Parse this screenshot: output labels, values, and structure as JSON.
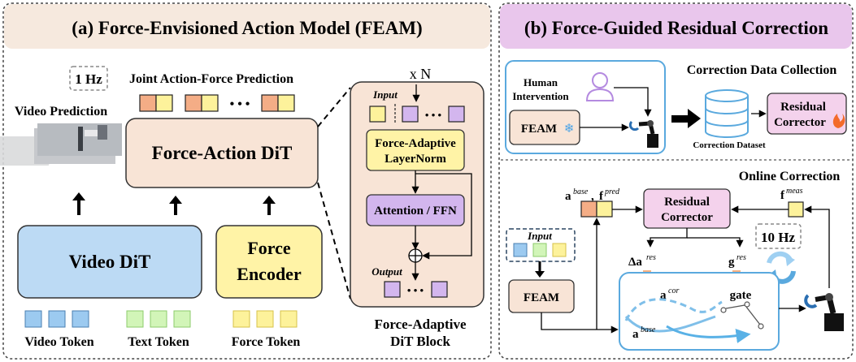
{
  "panel_a": {
    "title": "(a) Force-Envisioned Action Model (FEAM)",
    "rate": "1 Hz",
    "video_prediction": "Video Prediction",
    "joint_prediction": "Joint Action-Force Prediction",
    "dots": "• • •",
    "dit": "Force-Action DiT",
    "video_dit": "Video DiT",
    "force_encoder_line1": "Force",
    "force_encoder_line2": "Encoder",
    "token_video": "Video Token",
    "token_text": "Text Token",
    "token_force": "Force Token",
    "block_repeat": "x N",
    "block_input": "Input",
    "block_output": "Output",
    "block_layernorm_line1": "Force-Adaptive",
    "block_layernorm_line2": "LayerNorm",
    "block_attention": "Attention / FFN",
    "block_caption_line1": "Force-Adaptive",
    "block_caption_line2": "DiT Block",
    "block_dots": "• • •"
  },
  "panel_b": {
    "title": "(b) Force-Guided Residual Correction",
    "collection_title": "Correction Data Collection",
    "human_line1": "Human",
    "human_line2": "Intervention",
    "feam": "FEAM",
    "snowflake": "❄",
    "dataset": "Correction Dataset",
    "residual_line1": "Residual",
    "residual_line2": "Corrector",
    "fire": "🔥",
    "online_title": "Online Correction",
    "a_base_f_pred": "a^base, f^pred",
    "f_meas": "f^meas",
    "rate": "10 Hz",
    "input": "Input",
    "delta_a_res": "Δa^res",
    "g_res": "g^res",
    "a_cor": "a^cor",
    "gate": "gate",
    "a_base": "a^base"
  },
  "colors": {
    "panel_a_bg": "#f6e9de",
    "panel_b_bg": "#e9c6ec",
    "dit_fill": "#f8e4d6",
    "video_dit_fill": "#bcdaf4",
    "force_encoder_fill": "#fff3a6",
    "purple_box": "#d3b6ee",
    "pink_box": "#f4d2ec",
    "blue_border": "#5aa9de",
    "orange_token": "#f4ad86",
    "yellow_token": "#fdf29b",
    "green_token": "#d2f5b8",
    "blue_token": "#9ccaf0"
  }
}
